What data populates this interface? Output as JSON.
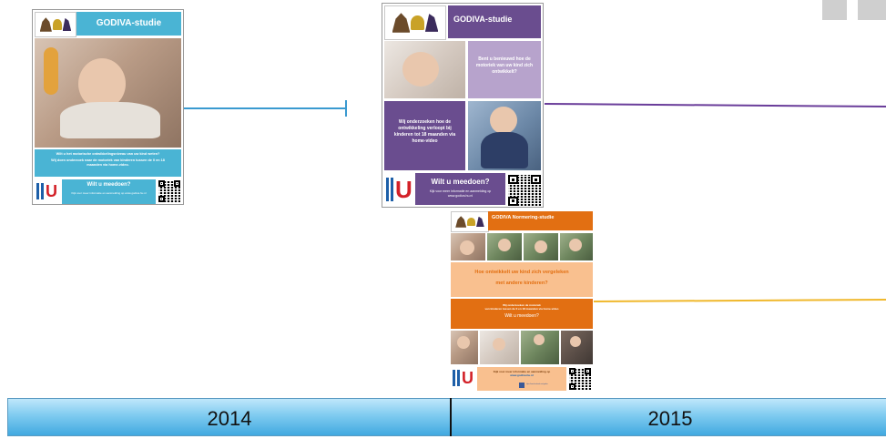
{
  "poster_2014": {
    "title": "GODIVA-studie",
    "question": "Wilt u het motorische ontwikkelingsniveau van uw kind weten?",
    "body": "Wij doen onderzoek naar de motoriek van kinderen tussen de 0 en 18 maanden via home-video.",
    "cta": "Wilt u meedoen?",
    "info": "Kijk voor meer informatie en aanmelding op www.godiva.hu.nl"
  },
  "poster_2015a": {
    "title": "GODIVA-studie",
    "question": "Bent u benieuwd hoe de motoriek van uw kind zich ontwikkelt?",
    "body": "Wij onderzoeken hoe de ontwikkeling verloopt bij kinderen tot 18 maanden via home-video",
    "cta": "Wilt u meedoen?",
    "info": "Kijk voor meer informatie en aanmelding op www.godiva.hu.nl"
  },
  "poster_2015b": {
    "title": "GODIVA Normering-studie",
    "question_line1": "Hoe ontwikkelt uw kind zich vergeleken",
    "question_line2": "met andere kinderen?",
    "body_line1": "Wij onderzoeken de motoriek",
    "body_line2": "van kinderen tussen de 0 en 18 maanden via home-video",
    "cta": "Wilt u meedoen?",
    "info_line1": "Kijk voor meer informatie en aanmelding op",
    "info_line2": "www.godiva.hu.nl",
    "facebook": "https://www.facebook.com/godiva"
  },
  "timeline": {
    "year_1": "2014",
    "year_2": "2015"
  },
  "colors": {
    "poster_2014_accent": "#4ab4d4",
    "poster_2015a_accent": "#6a4d8f",
    "poster_2015a_light": "#b7a3cc",
    "poster_2015b_accent": "#e26f12",
    "poster_2015b_light": "#f9c08f",
    "line_blue": "#3a9ad0",
    "line_purple": "#6a3d9a",
    "line_orange": "#f0b82c"
  }
}
